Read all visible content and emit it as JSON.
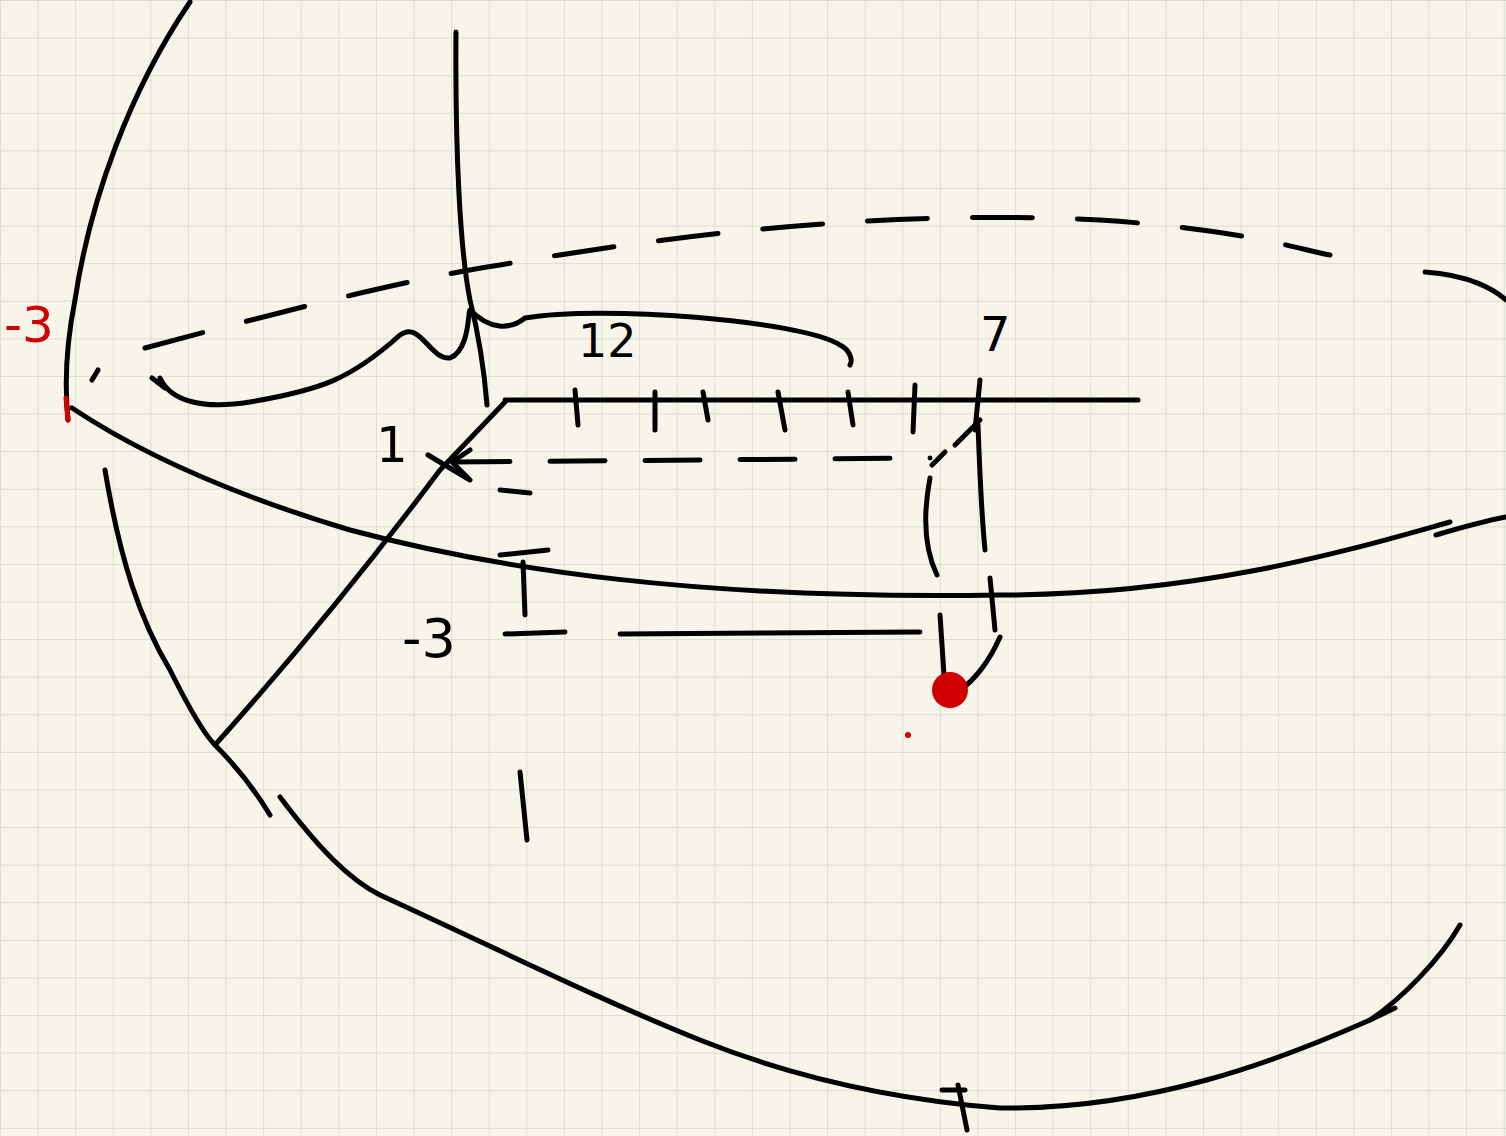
{
  "diagram": {
    "labels": [
      "-3",
      "12",
      "7",
      "1",
      "-3"
    ]
  }
}
